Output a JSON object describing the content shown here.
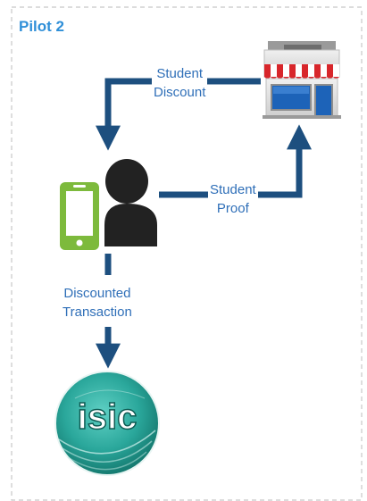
{
  "title": "Pilot 2",
  "colors": {
    "frame_border": "#c8c8c8",
    "title": "#2f8fd8",
    "arrow": "#1d4f7f",
    "label_text": "#2f6fb8",
    "phone": "#7dba3c",
    "person": "#222222",
    "store_awning_red": "#d8262b",
    "store_window": "#1d63b8",
    "isic_teal": "#2aa79b"
  },
  "flows": [
    {
      "id": "student-discount",
      "lines": [
        "Student",
        "Discount"
      ]
    },
    {
      "id": "student-proof",
      "lines": [
        "Student",
        "Proof"
      ]
    },
    {
      "id": "discounted-transaction",
      "lines": [
        "Discounted",
        "Transaction"
      ]
    }
  ],
  "logos": {
    "isic": "isic"
  },
  "icons": [
    "store-icon",
    "phone-icon",
    "person-icon",
    "isic-logo"
  ]
}
